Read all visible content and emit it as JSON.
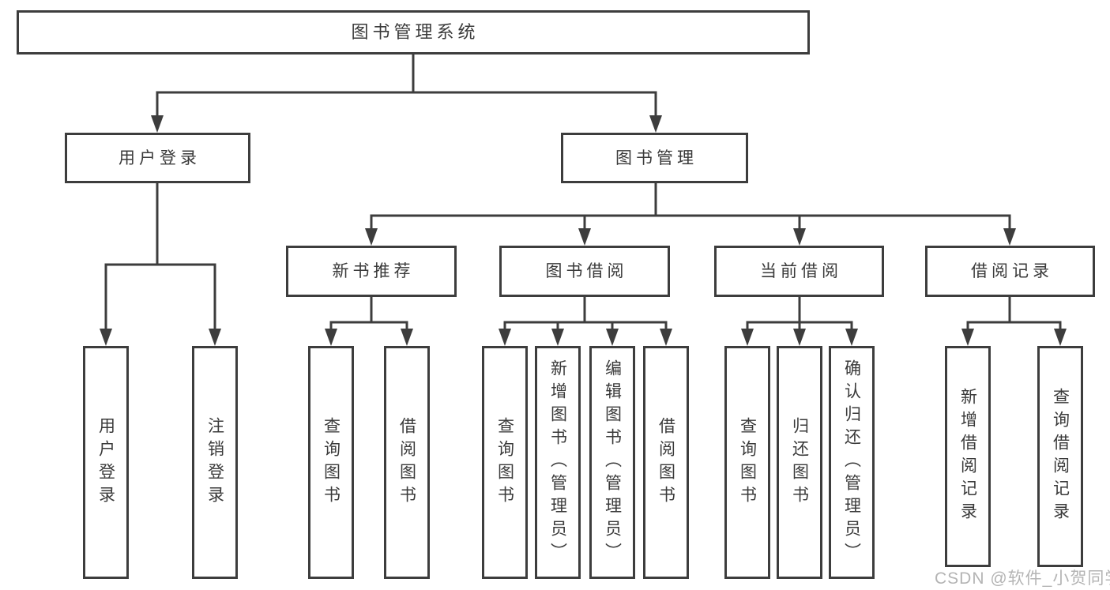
{
  "root": {
    "label": "图书管理系统"
  },
  "branches": [
    {
      "label": "用户登录",
      "children": [
        {
          "label": "用户登录"
        },
        {
          "label": "注销登录"
        }
      ]
    },
    {
      "label": "图书管理",
      "children": [
        {
          "label": "新书推荐",
          "children": [
            {
              "label": "查询图书"
            },
            {
              "label": "借阅图书"
            }
          ]
        },
        {
          "label": "图书借阅",
          "children": [
            {
              "label": "查询图书"
            },
            {
              "label": "新增图书（管理员）"
            },
            {
              "label": "编辑图书（管理员）"
            },
            {
              "label": "借阅图书"
            }
          ]
        },
        {
          "label": "当前借阅",
          "children": [
            {
              "label": "查询图书"
            },
            {
              "label": "归还图书"
            },
            {
              "label": "确认归还（管理员）"
            }
          ]
        },
        {
          "label": "借阅记录",
          "children": [
            {
              "label": "新增借阅记录"
            },
            {
              "label": "查询借阅记录"
            }
          ]
        }
      ]
    }
  ],
  "watermark": "CSDN @软件_小贺同学",
  "colors": {
    "line": "#3d3d3d",
    "text": "#3a3a3a",
    "watermark": "#b4b4b4",
    "background": "#ffffff"
  }
}
